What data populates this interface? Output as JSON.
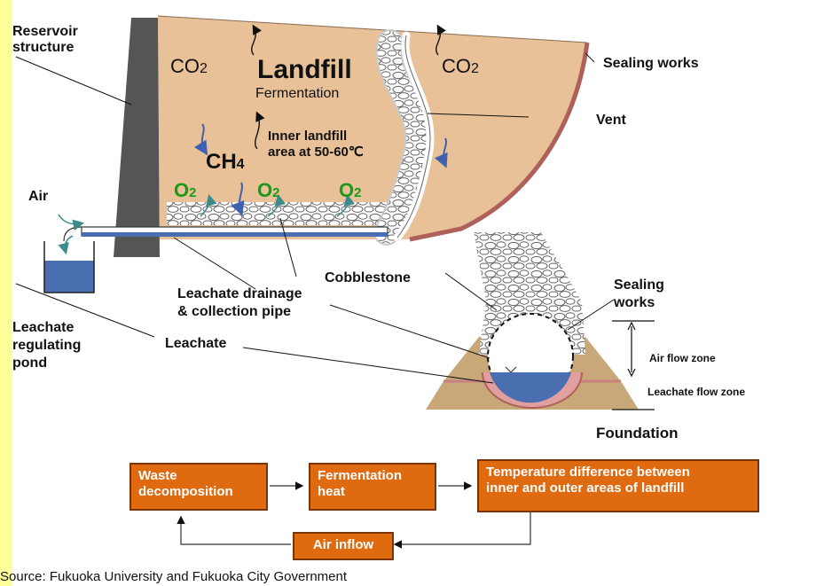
{
  "labels": {
    "reservoir_line1": "Reservoir",
    "reservoir_line2": "structure",
    "co2": "CO",
    "co2_sub": "2",
    "landfill": "Landfill",
    "fermentation": "Fermentation",
    "inner_line1": "Inner landfill",
    "inner_line2": "area at 50-60℃",
    "ch4": "CH",
    "ch4_sub": "4",
    "o2": "O",
    "o2_sub": "2",
    "air": "Air",
    "sealing_works": "Sealing works",
    "vent": "Vent",
    "cobblestone": "Cobblestone",
    "leachate_drainage_line1": "Leachate drainage",
    "leachate_drainage_line2": "& collection pipe",
    "leachate": "Leachate",
    "pond_line1": "Leachate",
    "pond_line2": "regulating",
    "pond_line3": "pond",
    "sealing_line1": "Sealing",
    "sealing_line2": "works",
    "air_flow_zone": "Air flow zone",
    "leachate_flow_zone": "Leachate flow zone",
    "foundation": "Foundation"
  },
  "flow": {
    "waste_line1": "Waste",
    "waste_line2": "decomposition",
    "heat_line1": "Fermentation",
    "heat_line2": "heat",
    "temp_line1": "Temperature difference between",
    "temp_line2": "inner and outer areas of landfill",
    "air_inflow": "Air inflow"
  },
  "source": "Source: Fukuoka University and Fukuoka City Government",
  "colors": {
    "landfill_fill": "#e9c198",
    "sealing_line": "#b0605a",
    "reservoir": "#555555",
    "arrow_blue": "#4060b0",
    "o2_green": "#1a9a1a",
    "water": "#4a6fb0",
    "flow_box": "#e06a10",
    "foundation": "#c8a878"
  }
}
